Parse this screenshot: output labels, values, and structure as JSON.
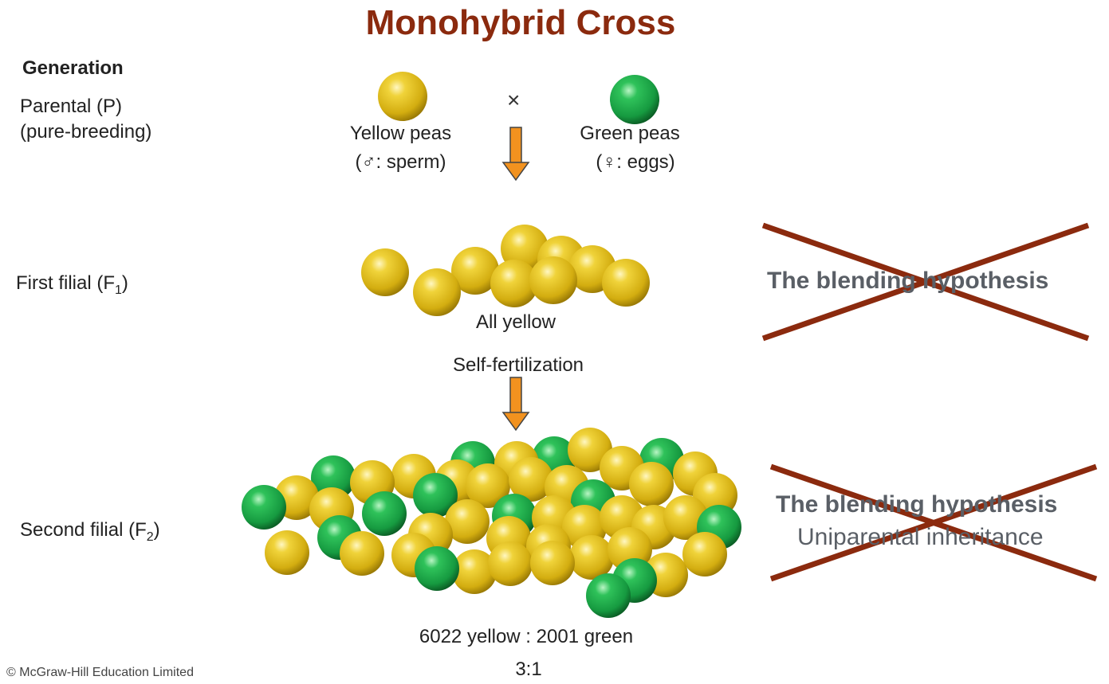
{
  "title": "Monohybrid Cross",
  "generation_heading": "Generation",
  "generations": {
    "parental_line1": "Parental (P)",
    "parental_line2": "(pure-breeding)",
    "f1_prefix": "First filial (F",
    "f1_sub": "1",
    "f1_suffix": ")",
    "f2_prefix": "Second filial (F",
    "f2_sub": "2",
    "f2_suffix": ")"
  },
  "parents": {
    "cross_symbol": "×",
    "yellow_label": "Yellow peas",
    "yellow_sub": "(♂: sperm)",
    "green_label": "Green peas",
    "green_sub": "(♀: eggs)"
  },
  "f1_caption": "All yellow",
  "self_fertilization": "Self-fertilization",
  "f2_counts": "6022 yellow : 2001 green",
  "ratio": "3:1",
  "hypotheses": {
    "first": "The blending hypothesis",
    "second_line1": "The blending hypothesis",
    "second_line2": "Uniparental inheritance"
  },
  "copyright": "© McGraw-Hill Education Limited",
  "colors": {
    "title": "#8b2a0e",
    "yellow_pea": "#e2c021",
    "green_pea": "#1da34a",
    "arrow": "#f2921f",
    "cross_line": "#8b2a0e"
  }
}
